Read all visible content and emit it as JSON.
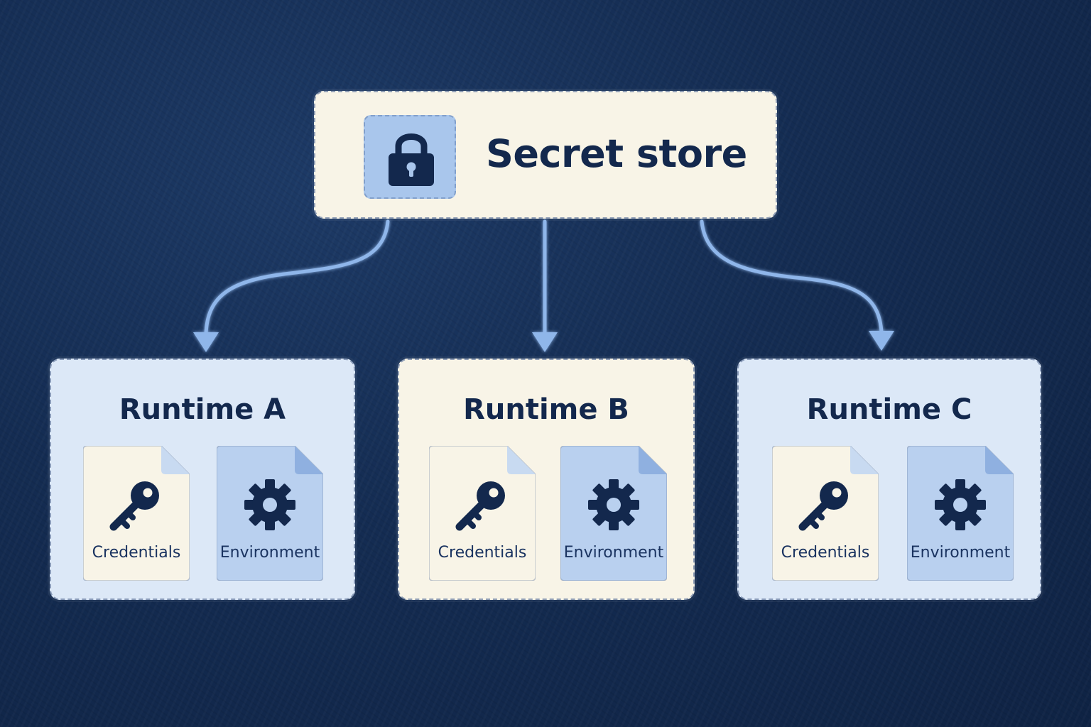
{
  "colors": {
    "background": "#142c52",
    "node_cream": "#f8f4e7",
    "node_blue": "#dce8f7",
    "text_dark": "#13284d",
    "arrow": "#8fb6ea",
    "lock_tile": "#a9c6ec"
  },
  "secret_store": {
    "title": "Secret store",
    "icon": "padlock-icon"
  },
  "runtimes": [
    {
      "title": "Runtime A",
      "theme": "blue",
      "files": [
        {
          "label": "Credentials",
          "icon": "key-icon",
          "theme": "cream"
        },
        {
          "label": "Environment",
          "icon": "gear-icon",
          "theme": "blue"
        }
      ]
    },
    {
      "title": "Runtime B",
      "theme": "cream",
      "files": [
        {
          "label": "Credentials",
          "icon": "key-icon",
          "theme": "cream"
        },
        {
          "label": "Environment",
          "icon": "gear-icon",
          "theme": "blue"
        }
      ]
    },
    {
      "title": "Runtime C",
      "theme": "blue",
      "files": [
        {
          "label": "Credentials",
          "icon": "key-icon",
          "theme": "cream"
        },
        {
          "label": "Environment",
          "icon": "gear-icon",
          "theme": "blue"
        }
      ]
    }
  ],
  "edges": [
    {
      "from": "Secret store",
      "to": "Runtime A"
    },
    {
      "from": "Secret store",
      "to": "Runtime B"
    },
    {
      "from": "Secret store",
      "to": "Runtime C"
    }
  ]
}
